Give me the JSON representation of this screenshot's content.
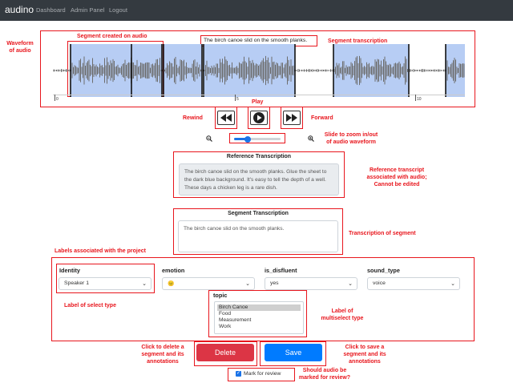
{
  "navbar": {
    "brand": "audino",
    "links": [
      "Dashboard",
      "Admin Panel",
      "Logout"
    ]
  },
  "annotations": {
    "waveform": "Waveform\nof audio",
    "segment_created": "Segment created on audio",
    "segment_transcription_label": "Segment transcription",
    "play": "Play",
    "rewind": "Rewind",
    "forward": "Forward",
    "zoom": "Slide to zoom in/out\nof audio waveform",
    "reference_note": "Reference transcript\nassociated with audio;\nCannot be edited",
    "transcription_of_segment": "Transcription of segment",
    "labels_project": "Labels associated with the project",
    "label_select": "Label of select type",
    "label_multiselect": "Label of\nmultiselect type",
    "delete_note": "Click to delete a\nsegment and its\nannotations",
    "save_note": "Click to save a\nsegment and its\nannotations",
    "review_note": "Should audio be\nmarked for review?"
  },
  "waveform": {
    "caption": "The birch canoe slid on the smooth planks.",
    "ticks": [
      "0",
      "5",
      "10"
    ]
  },
  "zoom": {
    "level": 0.3
  },
  "reference": {
    "title": "Reference Transcription",
    "text": "The birch canoe slid on the smooth planks. Glue the sheet to the dark blue background. It's easy to tell the depth of a well. These days a chicken leg is a rare dish."
  },
  "segment": {
    "title": "Segment Transcription",
    "text": "The birch canoe slid on the smooth planks."
  },
  "labels": {
    "identity": {
      "label": "Identity",
      "value": "Speaker 1"
    },
    "emotion": {
      "label": "emotion",
      "value": "😐"
    },
    "is_disfluent": {
      "label": "is_disfluent",
      "value": "yes"
    },
    "sound_type": {
      "label": "sound_type",
      "value": "voice"
    },
    "topic": {
      "label": "topic",
      "options": [
        "Birch Canoe",
        "Food",
        "Measurement",
        "Work"
      ],
      "selected": "Birch Canoe"
    }
  },
  "buttons": {
    "delete": "Delete",
    "save": "Save"
  },
  "review": {
    "label": "Mark for review",
    "checked": true
  },
  "colors": {
    "navbar": "#343a40",
    "annotation_red": "#e8161d",
    "delete": "#dc3545",
    "save": "#007bff",
    "region": "#b7cdf4"
  }
}
